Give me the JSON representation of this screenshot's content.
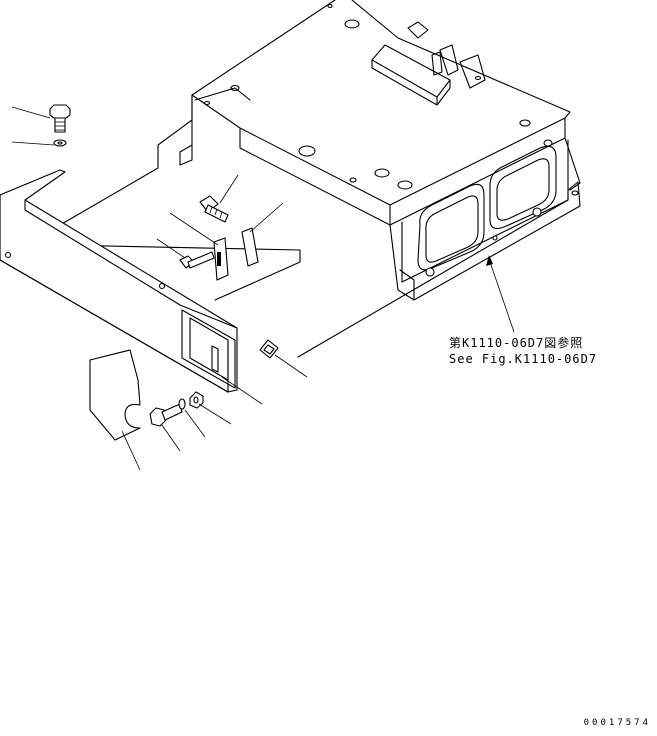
{
  "reference_note": {
    "japanese": "第K1110-06D7図参照",
    "english": "See Fig.K1110-06D7"
  },
  "drawing_number": "00017574"
}
